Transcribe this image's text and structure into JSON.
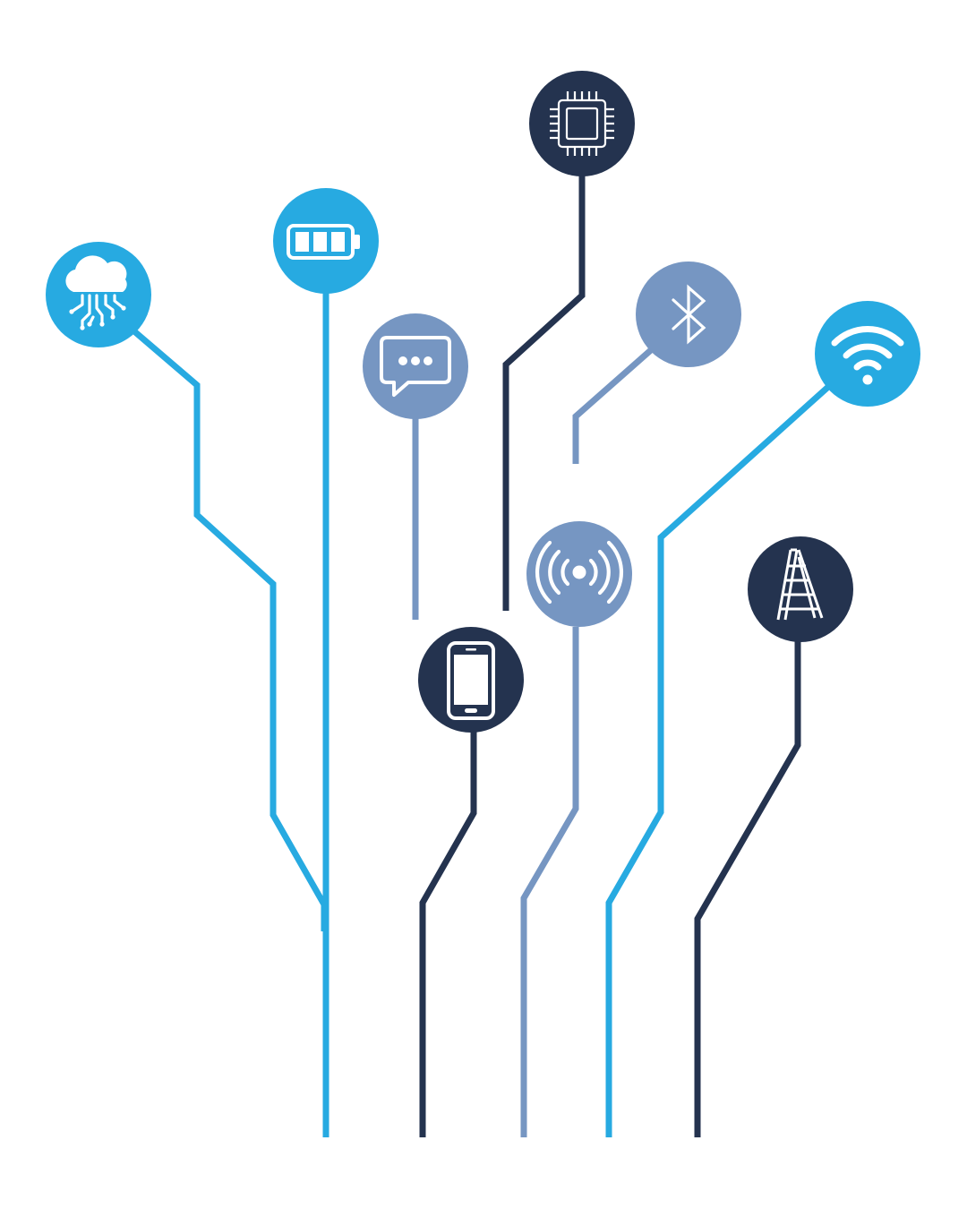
{
  "palette": {
    "sky": "#27aae1",
    "navy": "#24334f",
    "steel": "#7696c2",
    "icon_stroke": "#ffffff"
  },
  "nodes": [
    {
      "id": "cloud",
      "icon": "cloud-network-icon",
      "color": "sky"
    },
    {
      "id": "battery",
      "icon": "battery-icon",
      "color": "sky"
    },
    {
      "id": "chat",
      "icon": "chat-bubble-icon",
      "color": "steel"
    },
    {
      "id": "chip",
      "icon": "microchip-icon",
      "color": "navy"
    },
    {
      "id": "bluetooth",
      "icon": "bluetooth-icon",
      "color": "steel"
    },
    {
      "id": "wifi",
      "icon": "wifi-icon",
      "color": "sky"
    },
    {
      "id": "phone",
      "icon": "smartphone-icon",
      "color": "navy"
    },
    {
      "id": "signal",
      "icon": "broadcast-signal-icon",
      "color": "steel"
    },
    {
      "id": "ladder",
      "icon": "ladder-icon",
      "color": "navy"
    }
  ]
}
